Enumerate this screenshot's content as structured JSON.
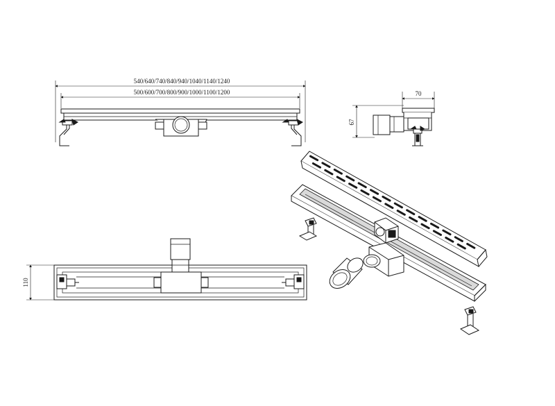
{
  "dimensions": {
    "outer_lengths": "540/640/740/840/940/1040/1140/1240",
    "inner_lengths": "500/600/700/800/900/1000/1100/1200",
    "side_width": "70",
    "side_height": "67",
    "plan_width": "110"
  }
}
